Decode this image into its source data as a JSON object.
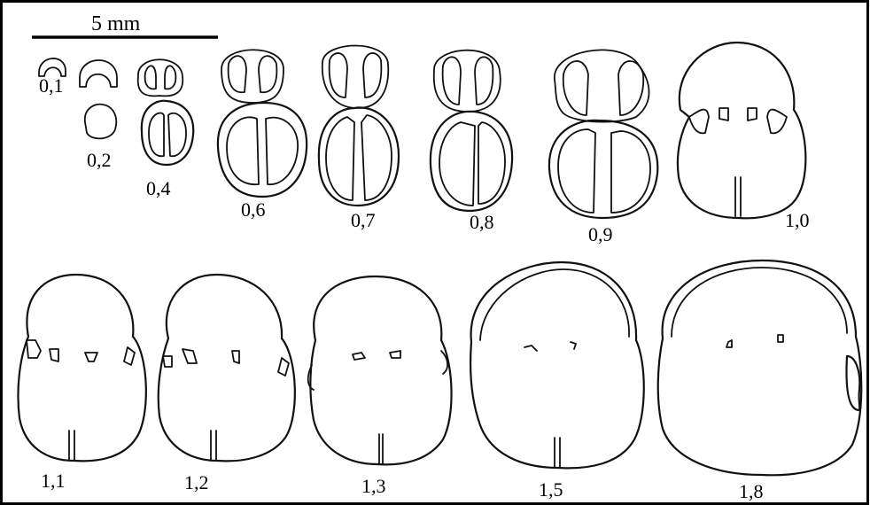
{
  "scale_bar": {
    "label": "5 mm"
  },
  "specimens": [
    {
      "id": "s01",
      "label": "0,1"
    },
    {
      "id": "s02",
      "label": "0,2"
    },
    {
      "id": "s04",
      "label": "0,4"
    },
    {
      "id": "s06",
      "label": "0,6"
    },
    {
      "id": "s07",
      "label": "0,7"
    },
    {
      "id": "s08",
      "label": "0,8"
    },
    {
      "id": "s09",
      "label": "0,9"
    },
    {
      "id": "s10",
      "label": "1,0"
    },
    {
      "id": "s11",
      "label": "1,1"
    },
    {
      "id": "s12",
      "label": "1,2"
    },
    {
      "id": "s13",
      "label": "1,3"
    },
    {
      "id": "s15",
      "label": "1,5"
    },
    {
      "id": "s18",
      "label": "1,8"
    }
  ]
}
